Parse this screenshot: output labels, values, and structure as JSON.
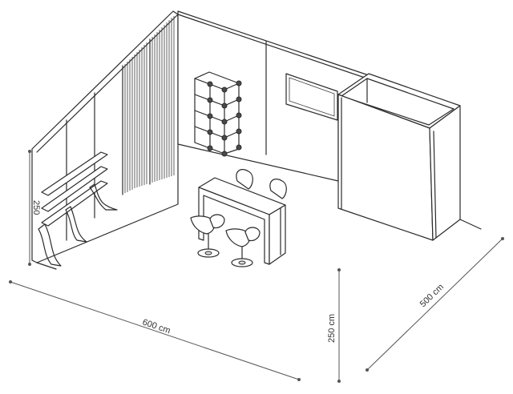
{
  "dimensions": {
    "width_label": "600 cm",
    "depth_label": "500 cm",
    "height_label": "250 cm",
    "wall_height_label": "250"
  }
}
